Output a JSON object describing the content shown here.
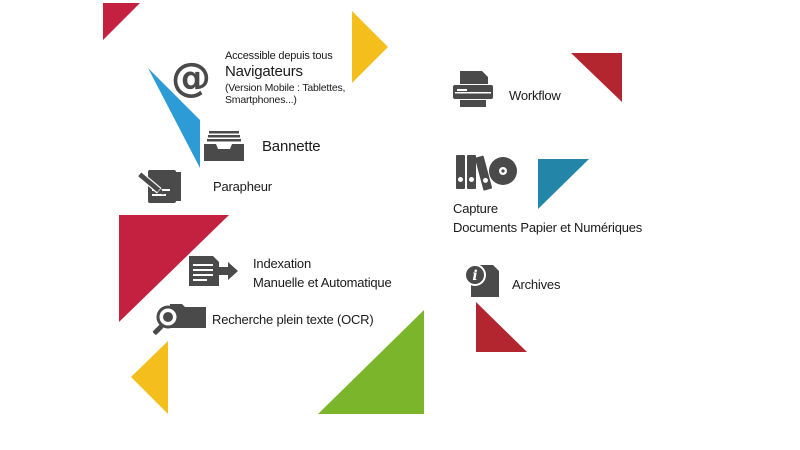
{
  "features": {
    "navigateurs": {
      "intro": "Accessible depuis tous",
      "title": "Navigateurs",
      "detail_line1": "(Version Mobile : Tablettes,",
      "detail_line2": "Smartphones...)"
    },
    "bannette": {
      "title": "Bannette"
    },
    "parapheur": {
      "title": "Parapheur"
    },
    "indexation": {
      "line1": "Indexation",
      "line2": "Manuelle et Automatique"
    },
    "recherche": {
      "title": "Recherche plein texte (OCR)"
    },
    "workflow": {
      "title": "Workflow"
    },
    "capture": {
      "line1": "Capture",
      "line2": "Documents Papier et Numériques"
    },
    "archives": {
      "title": "Archives"
    }
  },
  "icons": {
    "navigateurs": "at-sign-icon",
    "bannette": "inbox-tray-icon",
    "parapheur": "signature-book-icon",
    "indexation": "document-export-icon",
    "recherche": "magnifier-folder-icon",
    "workflow": "printer-icon",
    "capture": "binders-disc-icon",
    "archives": "info-document-icon"
  },
  "colors": {
    "crimson": "#c4203f",
    "dark_red": "#b3262f",
    "yellow": "#f4bf1c",
    "blue": "#2c9bd6",
    "teal": "#2386a8",
    "green": "#7ab52c",
    "icon_gray": "#4a4a4a"
  }
}
